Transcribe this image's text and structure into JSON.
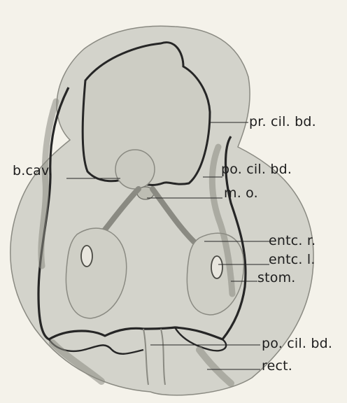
{
  "figure": {
    "labels": {
      "pr_cil_bd": "pr. cil. bd.",
      "b_cav": "b.cav.",
      "po_cil_bd_upper": "po. cil. bd.",
      "m_o": "m. o.",
      "entc_r": "entc. r.",
      "entc_l": "entc. l.",
      "stom": "stom.",
      "po_cil_bd_lower": "po. cil. bd.",
      "rect": "rect."
    }
  },
  "colors": {
    "background": "#f4f2ea",
    "body_fill": "#d3d3cb",
    "inner_fill": "#c8c8bf",
    "outline_dark": "#262626",
    "outline_light": "#8a8a82"
  }
}
